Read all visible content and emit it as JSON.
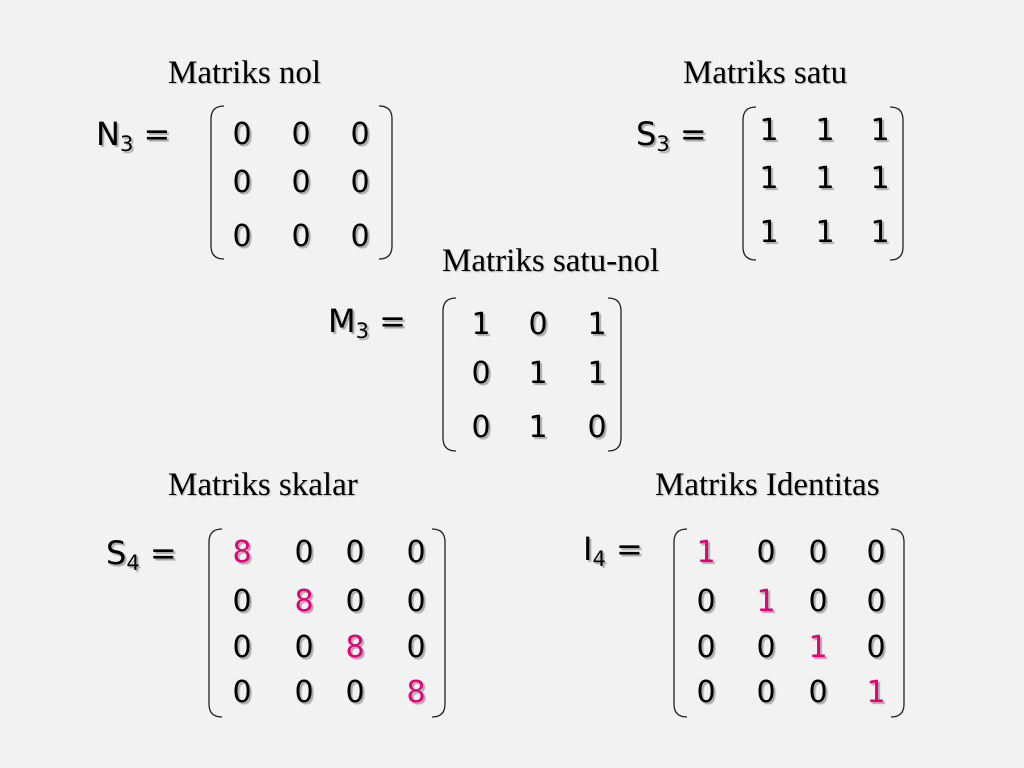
{
  "colors": {
    "highlight": "#e5007a",
    "text": "#000000",
    "background": "#f2f2f2"
  },
  "zero": {
    "title": "Matriks nol",
    "label_main": "N",
    "label_sub": "3",
    "label_eq": " =",
    "rows": [
      [
        "0",
        "0",
        "0"
      ],
      [
        "0",
        "0",
        "0"
      ],
      [
        "0",
        "0",
        "0"
      ]
    ]
  },
  "one": {
    "title": "Matriks satu",
    "label_main": "S",
    "label_sub": "3",
    "label_eq": " =",
    "rows": [
      [
        "1",
        "1",
        "1"
      ],
      [
        "1",
        "1",
        "1"
      ],
      [
        "1",
        "1",
        "1"
      ]
    ]
  },
  "onezero": {
    "title": "Matriks satu-nol",
    "label_main": "M",
    "label_sub": "3",
    "label_eq": " =",
    "rows": [
      [
        "1",
        "0",
        "1"
      ],
      [
        "0",
        "1",
        "1"
      ],
      [
        "0",
        "1",
        "0"
      ]
    ]
  },
  "scalar": {
    "title": "Matriks skalar",
    "label_main": "S",
    "label_sub": "4",
    "label_eq": " =",
    "rows": [
      [
        "8",
        "0",
        "0",
        "0"
      ],
      [
        "0",
        "8",
        "0",
        "0"
      ],
      [
        "0",
        "0",
        "8",
        "0"
      ],
      [
        "0",
        "0",
        "0",
        "8"
      ]
    ]
  },
  "identity": {
    "title": "Matriks Identitas",
    "label_main": "I",
    "label_sub": "4",
    "label_eq": " =",
    "rows": [
      [
        "1",
        "0",
        "0",
        "0"
      ],
      [
        "0",
        "1",
        "0",
        "0"
      ],
      [
        "0",
        "0",
        "1",
        "0"
      ],
      [
        "0",
        "0",
        "0",
        "1"
      ]
    ]
  }
}
